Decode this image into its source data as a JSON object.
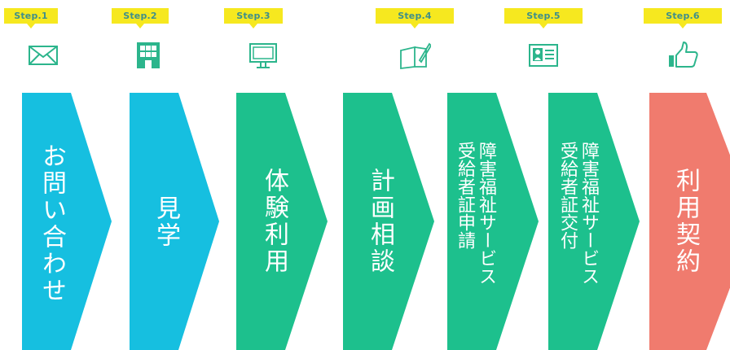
{
  "steps": [
    {
      "badge": "Step.1",
      "icon": "envelope-icon",
      "title": "お問い合わせ",
      "color": "#16bfe0"
    },
    {
      "badge": "Step.2",
      "icon": "building-icon",
      "title": "見学",
      "color": "#16bfe0"
    },
    {
      "badge": "Step.3",
      "icon": "monitor-icon",
      "title": "体験利用",
      "color": "#1dc08d"
    },
    {
      "badge": "Step.4",
      "icon": "notebook-pen-icon",
      "title": "計画相談",
      "color": "#1dc08d"
    },
    {
      "badge": "Step.5",
      "icon": "id-card-icon",
      "title_lines": [
        "障害福祉サービス",
        "受給者証申請"
      ],
      "color": "#1dc08d"
    },
    {
      "badge": "Step.6",
      "icon": "thumbs-up-icon",
      "title_lines": [
        "障害福祉サービス",
        "受給者証交付"
      ],
      "color": "#1dc08d"
    },
    {
      "title": "利用契約",
      "color": "#f07b6e"
    }
  ],
  "icon_color": "#2cb58c"
}
